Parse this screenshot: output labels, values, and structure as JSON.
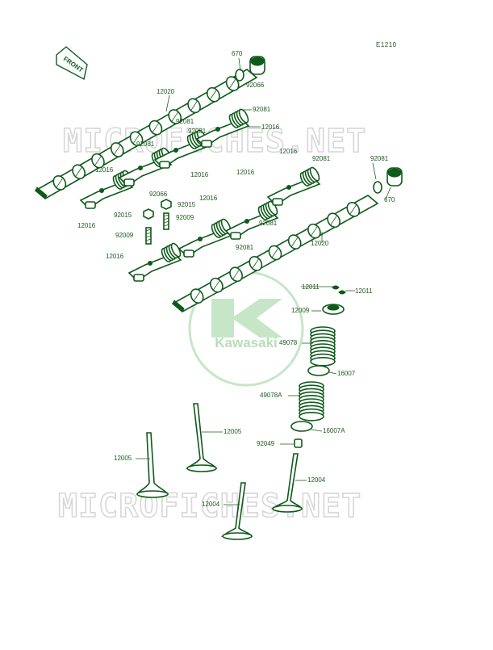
{
  "figure_code": "E1210",
  "front_label": "FRONT",
  "watermark_text": "MICROFICHES.NET",
  "logo_text": "Kawasaki",
  "colors": {
    "line": "#0e5a1a",
    "label": "#1f5a1f",
    "watermark": "#d7d7d7",
    "logo": "#9ad29a"
  },
  "labels": [
    "670",
    "92066",
    "12020",
    "92081",
    "92081",
    "12016",
    "92081",
    "92081",
    "12016",
    "92081",
    "12016",
    "12016",
    "92081",
    "12016",
    "670",
    "92066",
    "12016",
    "92015",
    "92015",
    "12016",
    "92009",
    "92009",
    "92081",
    "12016",
    "92081",
    "12020",
    "12011",
    "12011",
    "12009",
    "49078",
    "16007",
    "49078A",
    "16007A",
    "92049",
    "12005",
    "12005",
    "12004",
    "12004"
  ]
}
